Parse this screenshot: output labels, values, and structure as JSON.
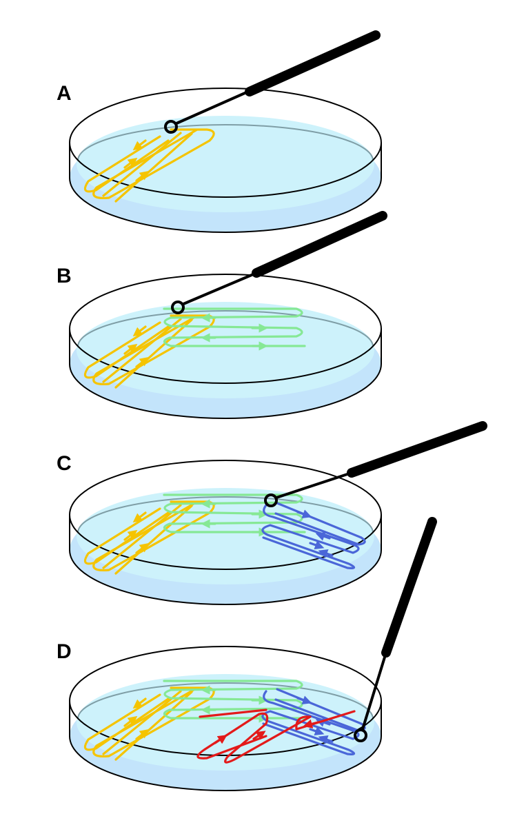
{
  "panels": [
    {
      "label": "A",
      "streaks": [
        "yellow"
      ]
    },
    {
      "label": "B",
      "streaks": [
        "yellow",
        "green"
      ]
    },
    {
      "label": "C",
      "streaks": [
        "yellow",
        "green",
        "blue"
      ]
    },
    {
      "label": "D",
      "streaks": [
        "yellow",
        "green",
        "blue",
        "red"
      ]
    }
  ],
  "colors": {
    "agar": "#cdf2fb",
    "agar_shadow": "#c3e4fb",
    "dish_outline": "#000000",
    "agar_edge": "#7f9ea6",
    "yellow": "#f5c400",
    "green": "#86e895",
    "blue": "#4a66d8",
    "red": "#e31a1a",
    "loop_tool": "#000000"
  },
  "icons": [
    "petri-dish-icon",
    "inoculation-loop-icon",
    "streak-arrow-icon"
  ]
}
